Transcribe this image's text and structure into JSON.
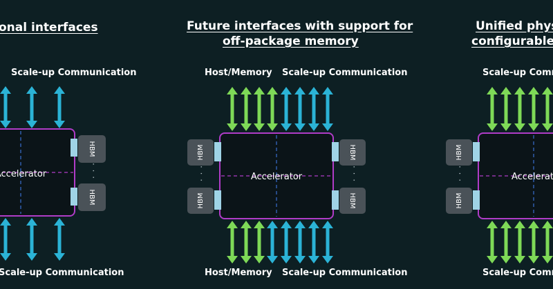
{
  "panels": {
    "left": {
      "title_line1": "onal interfaces",
      "top_label": "Scale-up Communication",
      "bottom_label": "Scale-up Communication",
      "chip_label": "Accelerator",
      "hbm_label": "HBM"
    },
    "center": {
      "title_line1": "Future interfaces with support for",
      "title_line2": "off-package memory",
      "top_left_label": "Host/Memory",
      "top_right_label": "Scale-up Communication",
      "bottom_left_label": "Host/Memory",
      "bottom_right_label": "Scale-up Communication",
      "chip_label": "Accelerator",
      "hbm_label": "HBM"
    },
    "right": {
      "title_line1": "Unified physic",
      "title_line2": "configurable in",
      "top_label": "Scale-up Commun",
      "bottom_label": "Scale-up Commun",
      "chip_label": "Accelerato",
      "hbm_label": "HBM"
    }
  },
  "ellipsis": "· · ·",
  "colors": {
    "background": "#0d1f23",
    "blue_arrow": "#2bb3d6",
    "green_arrow": "#7ed957",
    "chip_border": "#b03cc8",
    "chip_fill": "#0b1418",
    "divider": "#3a6fd0",
    "hbm_fill": "#4a5258",
    "connector": "#9fd3e6"
  }
}
